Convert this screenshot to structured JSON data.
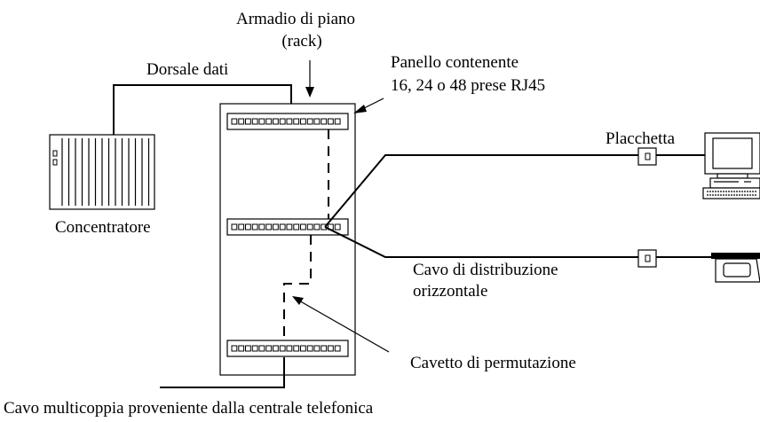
{
  "labels": {
    "rack_line1": "Armadio di piano",
    "rack_line2": "(rack)",
    "backbone": "Dorsale dati",
    "panel_line1": "Panello contenente",
    "panel_line2": "16, 24 o 48 prese RJ45",
    "hub": "Concentratore",
    "wallplate": "Placchetta",
    "horizontal_line1": "Cavo di distribuzione",
    "horizontal_line2": "orizzontale",
    "patch_cord": "Cavetto di permutazione",
    "multipair_cable": "Cavo multicoppia proveniente dalla centrale telefonica"
  },
  "panels": [
    {
      "ports": 16
    },
    {
      "ports": 16
    },
    {
      "ports": 16
    }
  ],
  "icons": [
    "hub-icon",
    "computer-icon",
    "telephone-icon",
    "wall-outlet-icon"
  ]
}
